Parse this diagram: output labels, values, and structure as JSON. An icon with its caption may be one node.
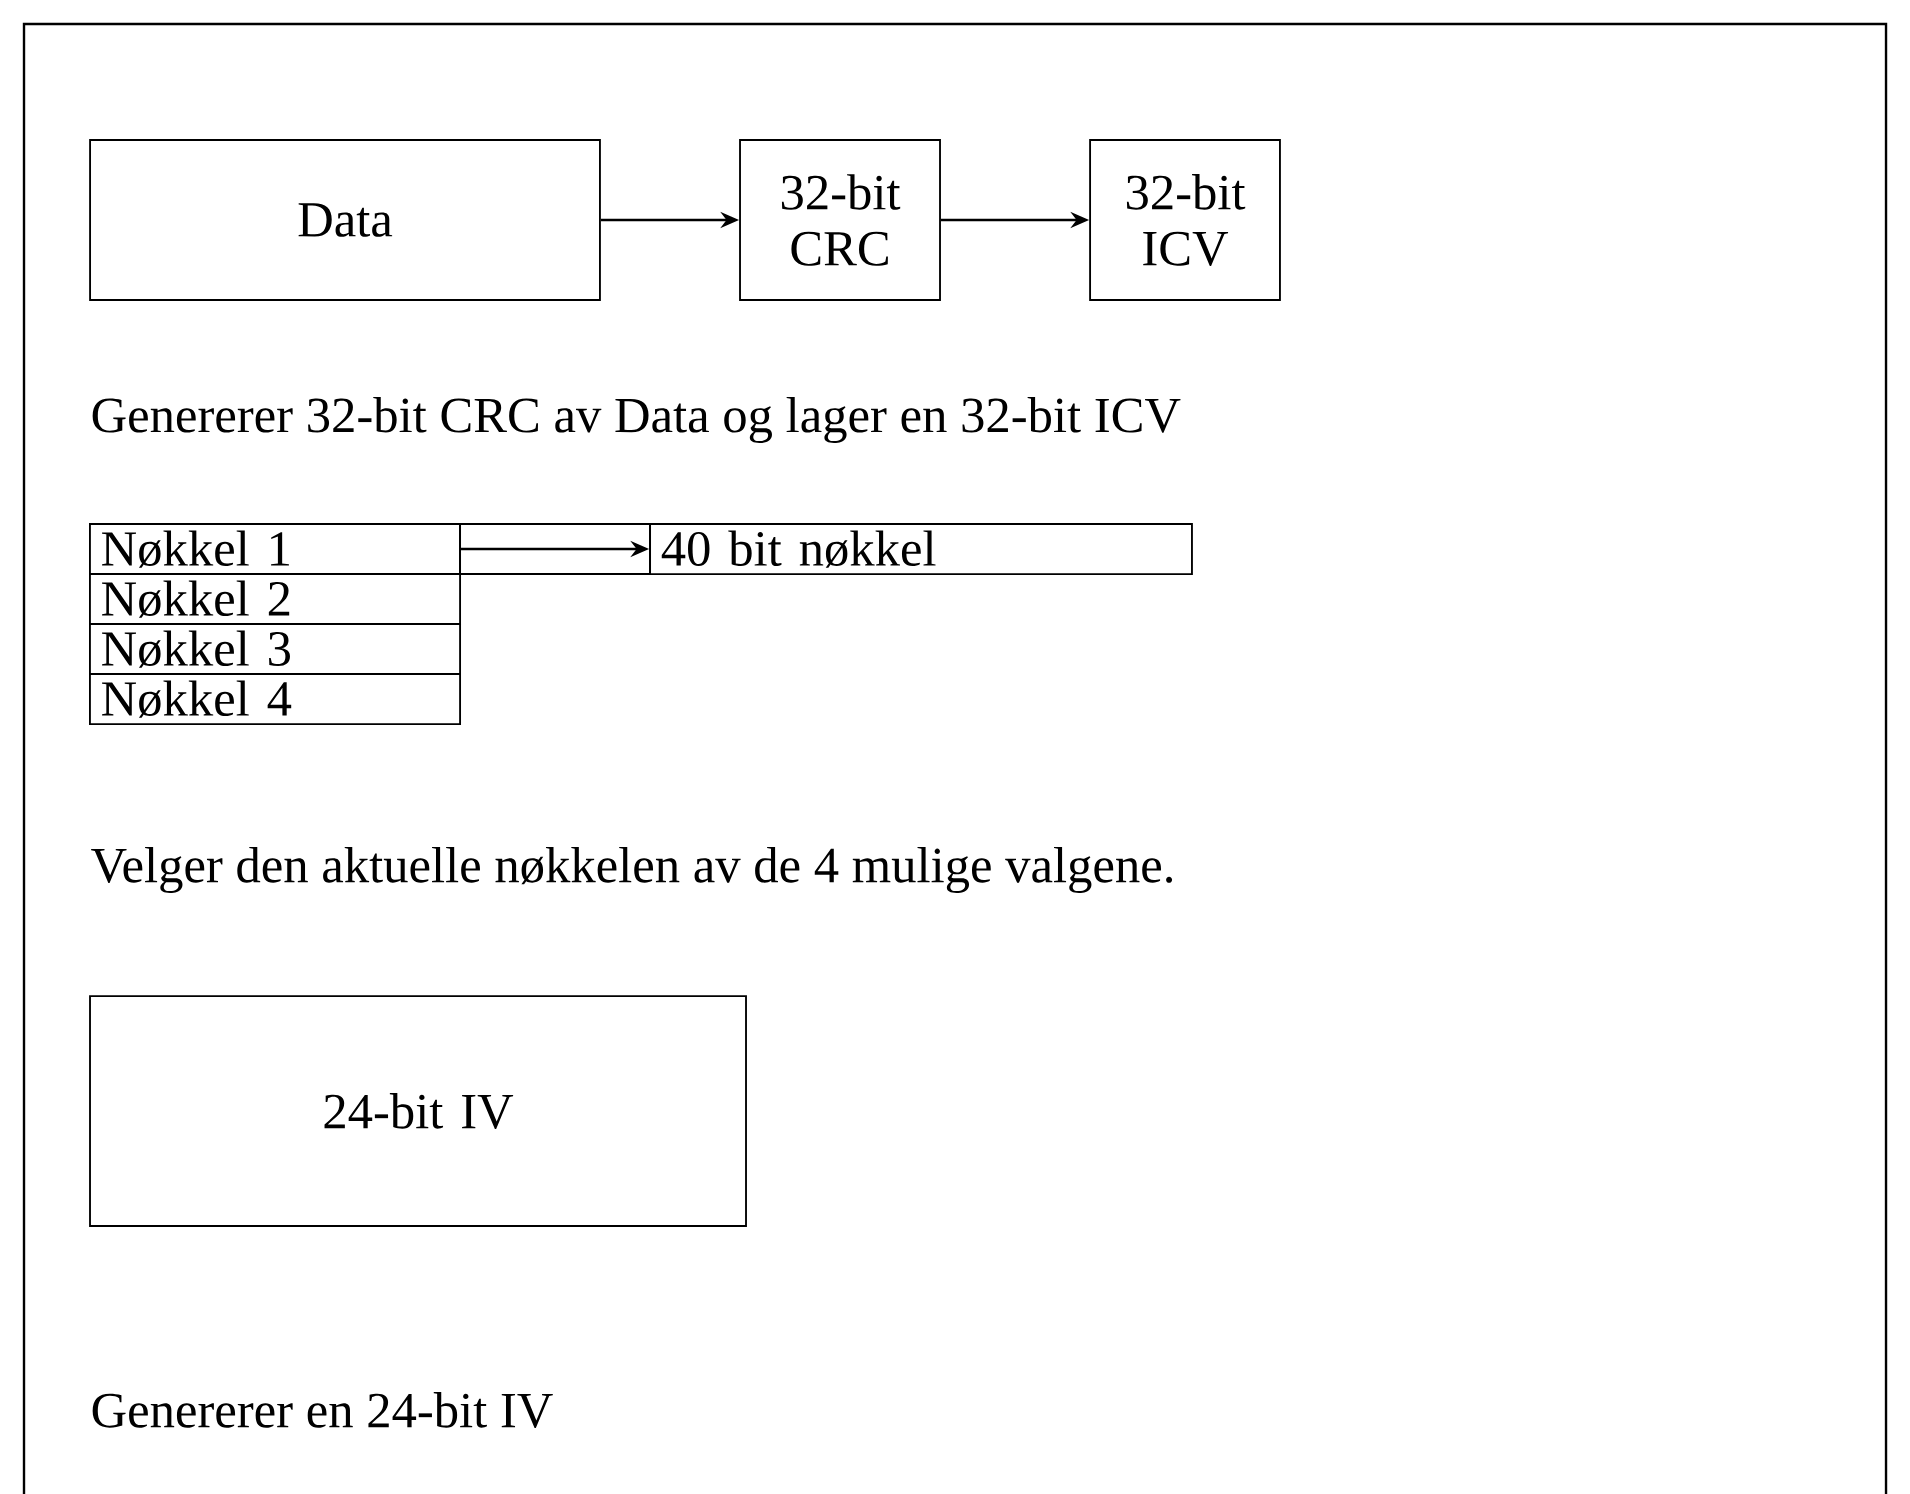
{
  "diagram": {
    "nodes": [
      {
        "text": [
          "Data"
        ]
      },
      {
        "text": [
          "32-bit CRC"
        ]
      },
      {
        "text": [
          "32-bit ICV"
        ]
      },
      {
        "text": [
          "Nøkkel 1"
        ]
      },
      {
        "text": [
          "40 bit nøkkel"
        ]
      },
      {
        "text": [
          "Nøkkel 2"
        ]
      },
      {
        "text": [
          "Nøkkel 3"
        ]
      },
      {
        "text": [
          "Nøkkel 4"
        ]
      },
      {
        "text": [
          "24-bit IV"
        ]
      }
    ],
    "edges": [
      {
        "from": 0,
        "to": 1,
        "arrow": "to"
      },
      {
        "from": 1,
        "to": 2,
        "arrow": "to"
      },
      {
        "from": 3,
        "to": 4,
        "arrow": "to"
      }
    ],
    "labels": [
      "Genererer 32-bit CRC av Data og lager en 32-bit ICV",
      "Velger den aktuelle nøkkelen av de 4 mulige valgene.",
      "Genererer en 24-bit IV"
    ]
  }
}
